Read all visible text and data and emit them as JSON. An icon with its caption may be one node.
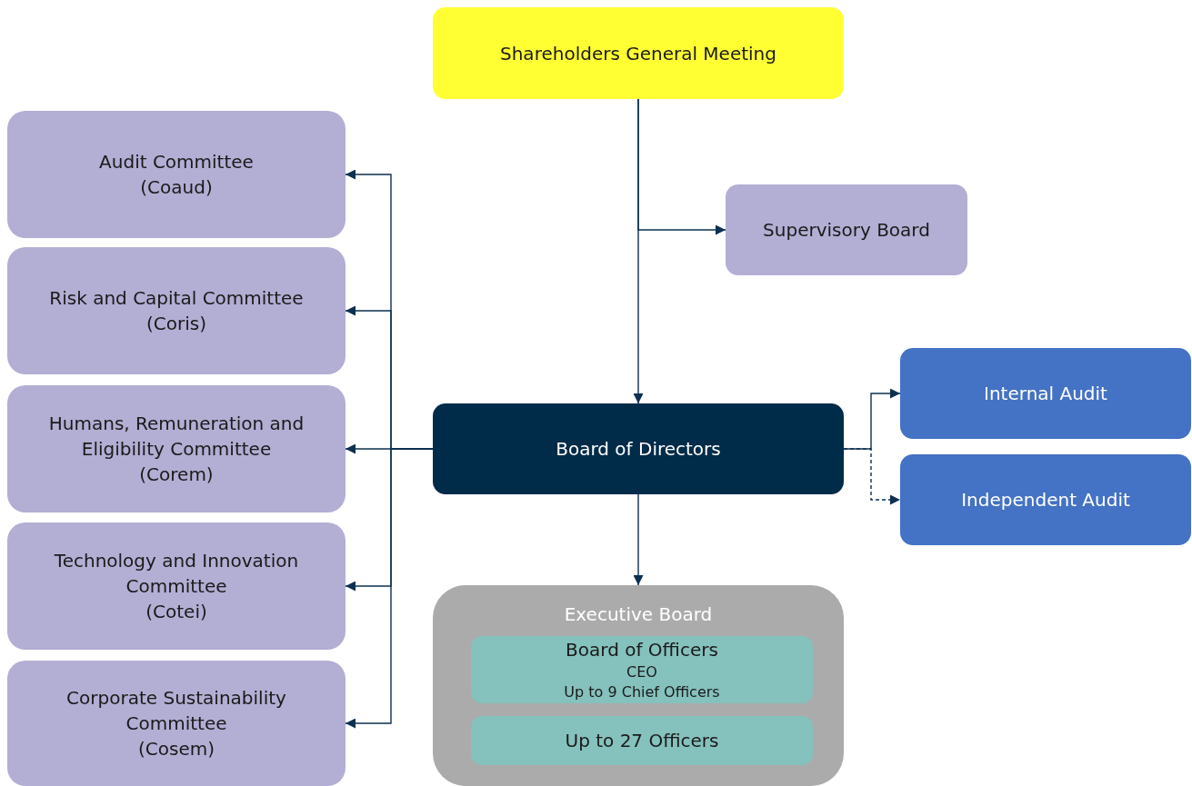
{
  "diagram": {
    "nodes": [
      {
        "text": [
          "Shareholders General Meeting"
        ]
      },
      {
        "text": [
          "Audit Committee",
          "(Coaud)"
        ]
      },
      {
        "text": [
          "Supervisory Board"
        ]
      },
      {
        "text": [
          "Risk and Capital Committee",
          "(Coris)"
        ]
      },
      {
        "text": [
          "Internal Audit"
        ]
      },
      {
        "text": [
          "Humans, Remuneration and Eligibility Committee",
          "(Corem)"
        ]
      },
      {
        "text": [
          "Board of Directors"
        ]
      },
      {
        "text": [
          "Independent Audit"
        ]
      },
      {
        "text": [
          "Technology and Innovation Committee",
          "(Cotei)"
        ]
      },
      {
        "text": [
          "Corporate Sustainability Committee",
          "(Cosem)"
        ]
      },
      {
        "text": [
          "Executive Board"
        ]
      },
      {
        "text": [
          "Board of Officers",
          "CEO",
          "Up to 9 Chief Officers"
        ],
        "in": 10
      },
      {
        "text": [
          "Up to 27 Officers"
        ],
        "in": 10
      }
    ],
    "edges": [
      {
        "from": 0,
        "to": 6,
        "arrow": "to"
      },
      {
        "from": 0,
        "to": 2,
        "arrow": "to"
      },
      {
        "from": 6,
        "to": 1,
        "arrow": "to"
      },
      {
        "from": 6,
        "to": 3,
        "arrow": "to"
      },
      {
        "from": 6,
        "to": 5,
        "arrow": "to"
      },
      {
        "from": 6,
        "to": 8,
        "arrow": "to"
      },
      {
        "from": 6,
        "to": 9,
        "arrow": "to"
      },
      {
        "from": 6,
        "to": 4,
        "arrow": "to"
      },
      {
        "from": 6,
        "to": 7,
        "arrow": "to",
        "style": "dashed"
      },
      {
        "from": 6,
        "to": 10,
        "arrow": "to"
      }
    ]
  }
}
